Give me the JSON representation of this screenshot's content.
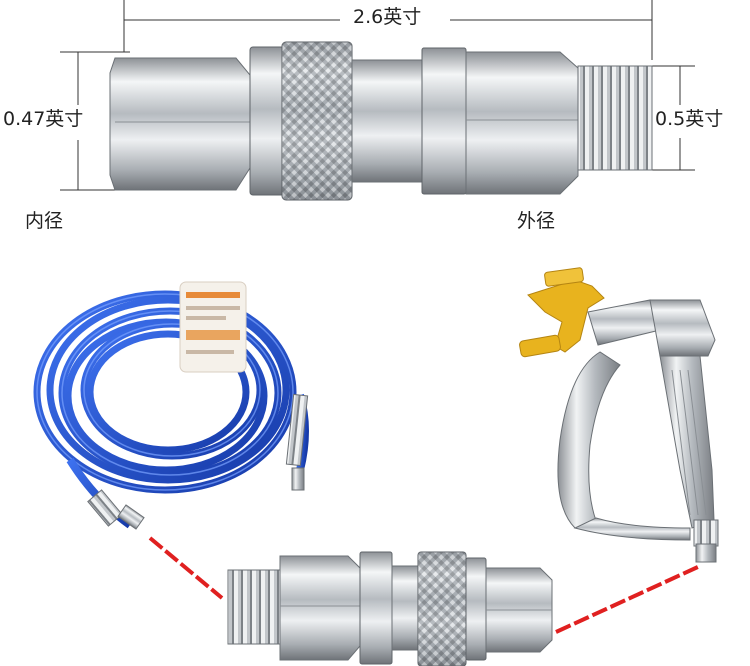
{
  "labels": {
    "total_length": "2.6英寸",
    "inner_diameter": "0.47英寸",
    "outer_diameter": "0.5英寸",
    "inner_caption": "内径",
    "outer_caption": "外径"
  },
  "colors": {
    "hose_blue": "#1f4fd0",
    "connector_red": "#e02020",
    "spray_tip_yellow": "#e8b31e",
    "metal_silver": "#c8ccd0"
  }
}
